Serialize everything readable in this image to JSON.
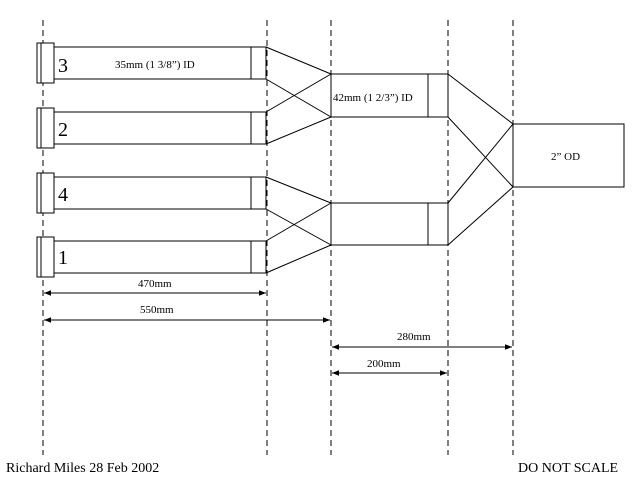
{
  "pipes": [
    {
      "number": "3",
      "label": "35mm (1 3/8”) ID"
    },
    {
      "number": "2",
      "label": ""
    },
    {
      "number": "4",
      "label": ""
    },
    {
      "number": "1",
      "label": ""
    }
  ],
  "collectors": [
    {
      "label": "42mm (1 2/3”) ID"
    },
    {
      "label": ""
    }
  ],
  "outlet": {
    "label": "2” OD"
  },
  "dimensions": {
    "d470": "470mm",
    "d550": "550mm",
    "d280": "280mm",
    "d200": "200mm"
  },
  "footer": {
    "author": "Richard Miles 28 Feb 2002",
    "note": "DO NOT SCALE"
  }
}
